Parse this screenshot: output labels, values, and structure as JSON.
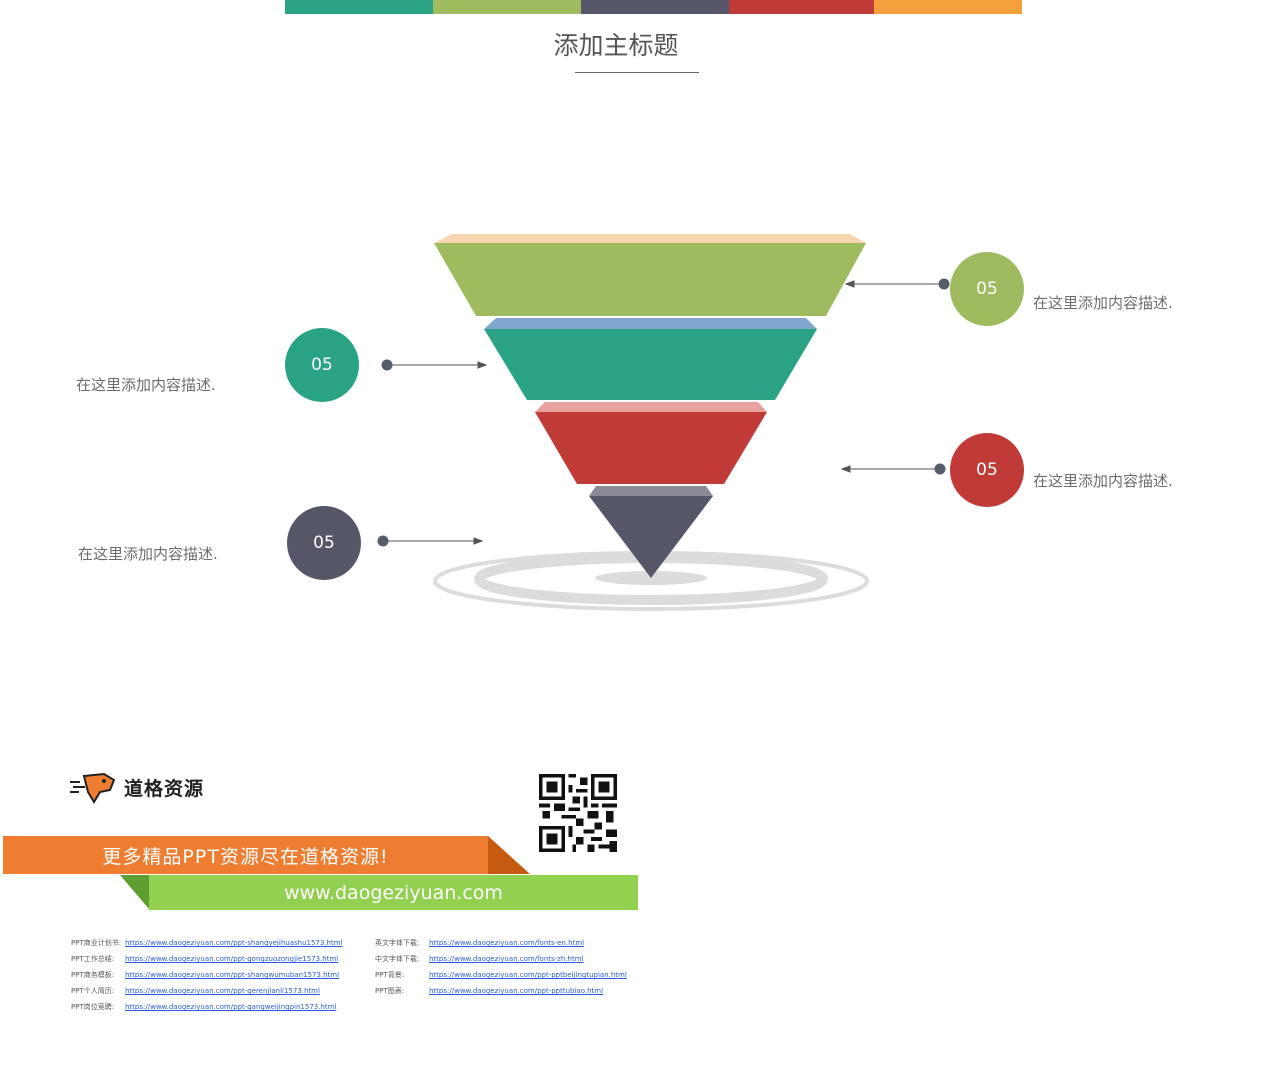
{
  "title": "添加主标题",
  "top_bar_colors": [
    "#2aa385",
    "#9fbb5f",
    "#565669",
    "#c03a37",
    "#f3a03d"
  ],
  "funnel": {
    "layers": [
      {
        "color": "#9fbb5f",
        "top_color": "#f7d6b0"
      },
      {
        "color": "#2aa385",
        "top_color": "#7fa7cf"
      },
      {
        "color": "#c03a37",
        "top_color": "#e8a2a0"
      },
      {
        "color": "#565669",
        "top_color": "#8a8a97"
      }
    ],
    "shadow_color": "#dcdcdc"
  },
  "callouts": [
    {
      "number": "05",
      "text": "在这里添加内容描述.",
      "color": "#9fbb5f"
    },
    {
      "number": "05",
      "text": "在这里添加内容描述.",
      "color": "#2aa385"
    },
    {
      "number": "05",
      "text": "在这里添加内容描述.",
      "color": "#c03a37"
    },
    {
      "number": "05",
      "text": "在这里添加内容描述.",
      "color": "#565669"
    }
  ],
  "footer": {
    "logo_text": "道格资源",
    "banner_text": "更多精品PPT资源尽在道格资源!",
    "url_text": "www.daogeziyuan.com",
    "links_left": [
      {
        "label": "PPT商业计划书:",
        "url": "https://www.daogeziyuan.com/ppt-shangyejihuashu1573.html"
      },
      {
        "label": "PPT工作总结:",
        "url": "https://www.daogeziyuan.com/ppt-gongzuozongjie1573.html"
      },
      {
        "label": "PPT商务模板:",
        "url": "https://www.daogeziyuan.com/ppt-shangwumuban1573.html"
      },
      {
        "label": "PPT个人简历:",
        "url": "https://www.daogeziyuan.com/ppt-gerenjianli1573.html"
      },
      {
        "label": "PPT岗位竞聘:",
        "url": "https://www.daogeziyuan.com/ppt-gangweijingpin1573.html"
      }
    ],
    "links_right": [
      {
        "label": "英文字体下载:",
        "url": "https://www.daogeziyuan.com/fonts-en.html"
      },
      {
        "label": "中文字体下载:",
        "url": "https://www.daogeziyuan.com/fonts-zh.html"
      },
      {
        "label": "PPT背景:",
        "url": "https://www.daogeziyuan.com/ppt-pptbeijingtupian.html"
      },
      {
        "label": "PPT图表:",
        "url": "https://www.daogeziyuan.com/ppt-ppttubiao.html"
      }
    ]
  }
}
